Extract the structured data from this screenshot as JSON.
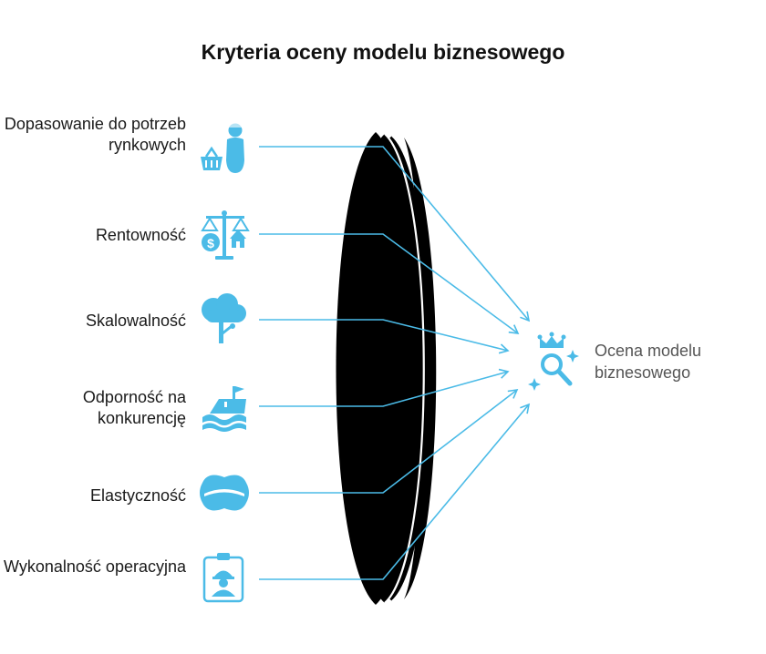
{
  "title": "Kryteria oceny modelu biznesowego",
  "criteria": [
    {
      "label": "Dopasowanie do potrzeb rynkowych",
      "icon": "market-needs-icon"
    },
    {
      "label": "Rentowność",
      "icon": "profitability-scale-icon"
    },
    {
      "label": "Skalowalność",
      "icon": "scalability-tree-icon"
    },
    {
      "label": "Odporność na konkurencję",
      "icon": "competition-resistance-icon"
    },
    {
      "label": "Elastyczność",
      "icon": "flexibility-icon"
    },
    {
      "label": "Wykonalność operacyjna",
      "icon": "operational-feasibility-icon"
    }
  ],
  "result": {
    "label": "Ocena modelu biznesowego",
    "icon": "evaluation-crown-icon"
  },
  "colors": {
    "accent": "#4bbbe7",
    "lens": "#000000",
    "text": "#1a1a1a",
    "result_text": "#555555"
  }
}
